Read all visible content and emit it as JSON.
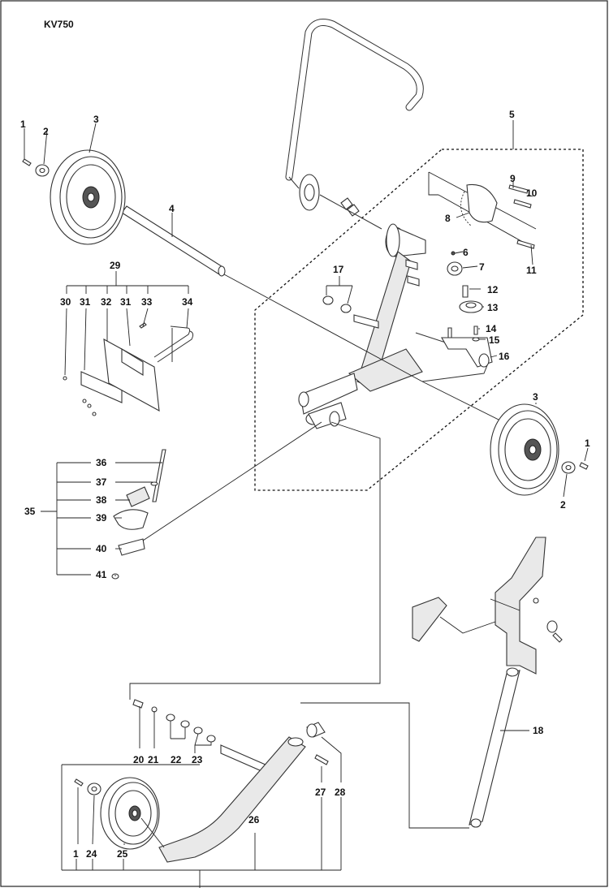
{
  "model": "KV750",
  "callouts": [
    {
      "id": "c1a",
      "text": "1"
    },
    {
      "id": "c2a",
      "text": "2"
    },
    {
      "id": "c3a",
      "text": "3"
    },
    {
      "id": "c4",
      "text": "4"
    },
    {
      "id": "c5",
      "text": "5"
    },
    {
      "id": "c9",
      "text": "9"
    },
    {
      "id": "c10",
      "text": "10"
    },
    {
      "id": "c8",
      "text": "8"
    },
    {
      "id": "c11",
      "text": "11"
    },
    {
      "id": "c6",
      "text": "6"
    },
    {
      "id": "c7",
      "text": "7"
    },
    {
      "id": "c12",
      "text": "12"
    },
    {
      "id": "c13",
      "text": "13"
    },
    {
      "id": "c14",
      "text": "14"
    },
    {
      "id": "c15",
      "text": "15"
    },
    {
      "id": "c16",
      "text": "16"
    },
    {
      "id": "c17",
      "text": "17"
    },
    {
      "id": "c29",
      "text": "29"
    },
    {
      "id": "c30",
      "text": "30"
    },
    {
      "id": "c31a",
      "text": "31"
    },
    {
      "id": "c32",
      "text": "32"
    },
    {
      "id": "c31b",
      "text": "31"
    },
    {
      "id": "c33",
      "text": "33"
    },
    {
      "id": "c34",
      "text": "34"
    },
    {
      "id": "c3b",
      "text": "3"
    },
    {
      "id": "c1b",
      "text": "1"
    },
    {
      "id": "c2b",
      "text": "2"
    },
    {
      "id": "c36",
      "text": "36"
    },
    {
      "id": "c37",
      "text": "37"
    },
    {
      "id": "c38",
      "text": "38"
    },
    {
      "id": "c35",
      "text": "35"
    },
    {
      "id": "c39",
      "text": "39"
    },
    {
      "id": "c40",
      "text": "40"
    },
    {
      "id": "c41",
      "text": "41"
    },
    {
      "id": "c18",
      "text": "18"
    },
    {
      "id": "c20",
      "text": "20"
    },
    {
      "id": "c21",
      "text": "21"
    },
    {
      "id": "c22",
      "text": "22"
    },
    {
      "id": "c23",
      "text": "23"
    },
    {
      "id": "c27",
      "text": "27"
    },
    {
      "id": "c28",
      "text": "28"
    },
    {
      "id": "c26",
      "text": "26"
    },
    {
      "id": "c1c",
      "text": "1"
    },
    {
      "id": "c24",
      "text": "24"
    },
    {
      "id": "c25",
      "text": "25"
    }
  ]
}
